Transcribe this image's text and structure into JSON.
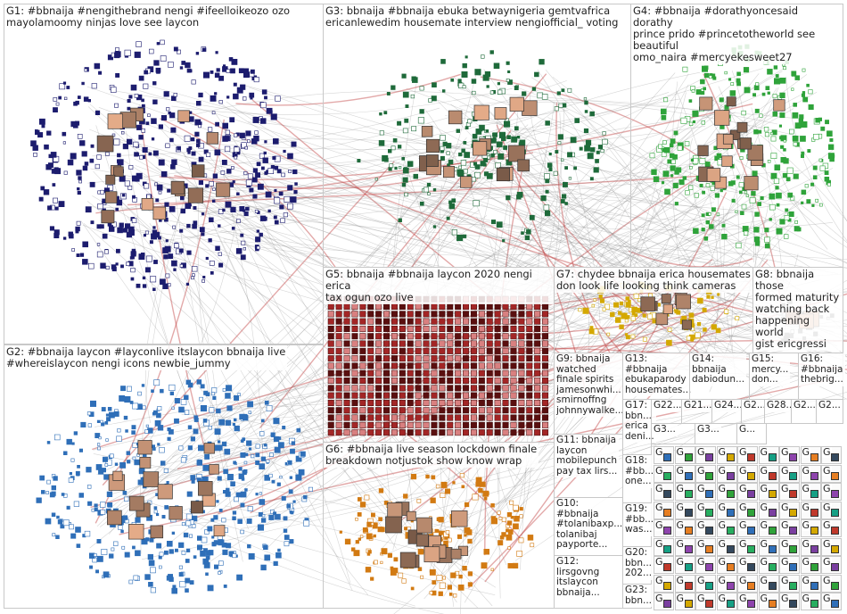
{
  "groups": [
    {
      "id": "g1",
      "label": "G1: #bbnaija #nengithebrand nengi #ifeelloikeozo ozo\nmayolamoomy ninjas love see laycon",
      "color": "#1c1c6e"
    },
    {
      "id": "g2",
      "label": "G2: #bbnaija laycon #layconlive itslaycon bbnaija live\n#whereislaycon nengi icons newbie_jummy",
      "color": "#2f6fb8"
    },
    {
      "id": "g3",
      "label": "G3: bbnaija #bbnaija ebuka betwaynigeria gemtvafrica\nericanlewedim housemate interview nengiofficial_ voting",
      "color": "#1e6a3a"
    },
    {
      "id": "g4",
      "label": "G4: #bbnaija #dorathyoncesaid dorathy\nprince prido #princetotheworld see beautiful\nomo_naira #mercyekesweet27",
      "color": "#2fa33a"
    },
    {
      "id": "g5",
      "label": "G5: bbnaija #bbnaija laycon 2020 nengi erica\ntax ogun ozo live",
      "color": "#8b1a1a"
    },
    {
      "id": "g6",
      "label": "G6: #bbnaija live season lockdown finale\nbreakdown notjustok show know wrap",
      "color": "#d27a12"
    },
    {
      "id": "g7",
      "label": "G7: chydee bbnaija erica housemates\ndon look life looking think cameras",
      "color": "#d4a800"
    },
    {
      "id": "g8",
      "label": "G8: bbnaija those\nformed maturity\nwatching back\nhappening world\ngist ericgressi",
      "color": "#777777"
    },
    {
      "id": "g9",
      "label": "G9: bbnaija\nwatched\nfinale spirits\njamesonwhi...\nsmirnoffng\njohnnywalke...",
      "color": "#7a3fa0"
    },
    {
      "id": "g10",
      "label": "G10: #bbnaija\n#tolanibaxp...\ntolanibaj\npayporte...",
      "color": "#555555"
    },
    {
      "id": "g11",
      "label": "G11: bbnaija\nlaycon\nmobilepunch\npay tax lirs...",
      "color": "#555555"
    },
    {
      "id": "g12",
      "label": "G12:\nlirsgovng\nitslaycon\nbbnaija...",
      "color": "#555555"
    },
    {
      "id": "g13",
      "label": "G13: #bbnaija\nebukaparody\nhousemates...",
      "color": "#555555"
    },
    {
      "id": "g14",
      "label": "G14:\nbbnaija\ndabiodun...",
      "color": "#555555"
    },
    {
      "id": "g15",
      "label": "G15:\nmercy...\ndon...",
      "color": "#555555"
    },
    {
      "id": "g16",
      "label": "G16:\n#bbnaija\nthebrig...",
      "color": "#555555"
    },
    {
      "id": "g17",
      "label": "G17:\nbbn...\nerica\ndeni...",
      "color": "#555555"
    },
    {
      "id": "g18",
      "label": "G18:\n#bb...\none...",
      "color": "#555555"
    },
    {
      "id": "g19",
      "label": "G19:\n#bb...\nwas...",
      "color": "#555555"
    },
    {
      "id": "g20",
      "label": "G20:\nbbn...\n202...",
      "color": "#555555"
    },
    {
      "id": "g21",
      "label": "G21...",
      "color": "#555555"
    },
    {
      "id": "g22",
      "label": "G22...",
      "color": "#555555"
    },
    {
      "id": "g23",
      "label": "G23:\nbbn...",
      "color": "#555555"
    },
    {
      "id": "g24",
      "label": "G24...",
      "color": "#555555"
    },
    {
      "id": "g25",
      "label": "G2...",
      "color": "#555555"
    },
    {
      "id": "g28",
      "label": "G28...",
      "color": "#555555"
    },
    {
      "id": "g29",
      "label": "G2...",
      "color": "#555555"
    },
    {
      "id": "g30",
      "label": "G2...",
      "color": "#555555"
    },
    {
      "id": "g31",
      "label": "G3...",
      "color": "#555555"
    },
    {
      "id": "g32",
      "label": "G3...",
      "color": "#555555"
    },
    {
      "id": "g33",
      "label": "G...",
      "color": "#555555"
    }
  ],
  "tiny_group_label": "G",
  "colors": {
    "edge": "#8a8a8a",
    "edge_red": "#c04040",
    "border": "#c8c8c8"
  }
}
